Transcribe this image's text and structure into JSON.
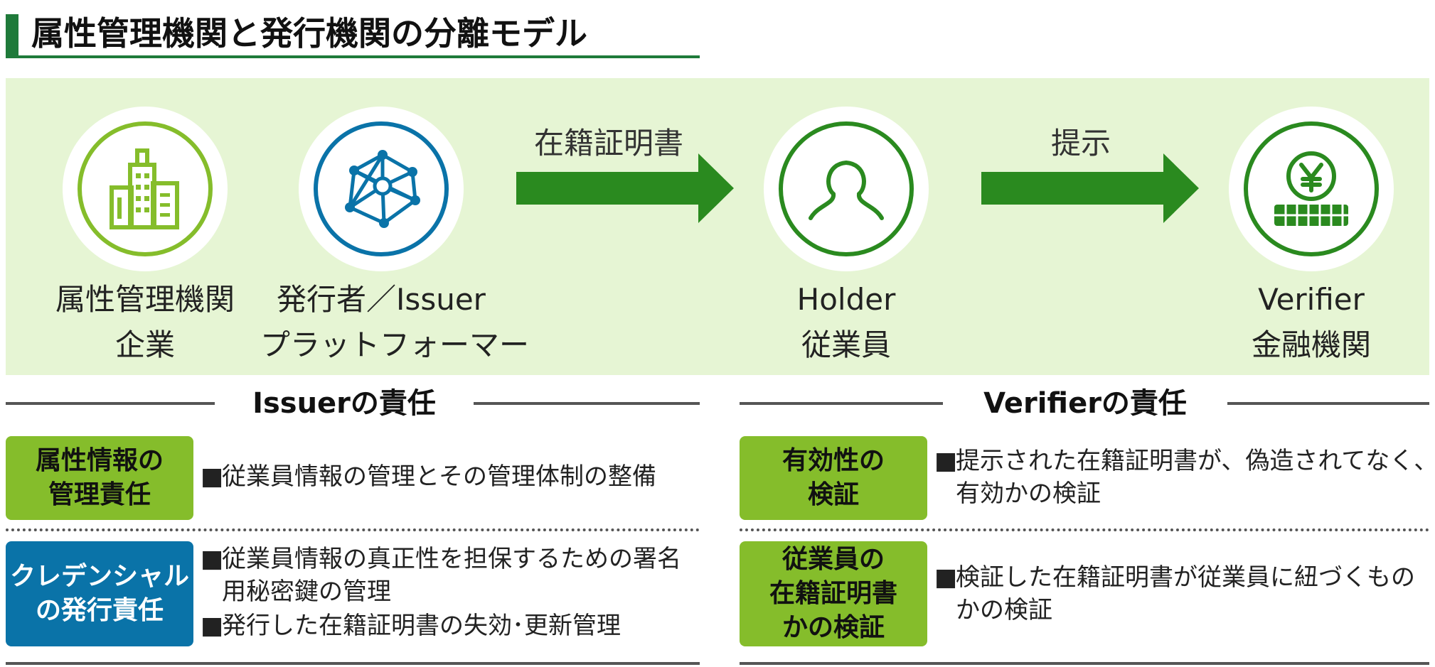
{
  "title": "属性管理機関と発行機関の分離モデル",
  "colors": {
    "dark_green": "#1f7a3a",
    "light_green": "#85bd2b",
    "band": "#e6f5d4",
    "arrow": "#2a8a1f",
    "blue": "#0a73a8"
  },
  "actors": [
    {
      "icon": "building-icon",
      "line1": "属性管理機関",
      "line2": "企業"
    },
    {
      "icon": "network-icon",
      "line1": "発行者／Issuer",
      "line2": "プラットフォーマー"
    },
    {
      "icon": "person-icon",
      "line1": "Holder",
      "line2": "従業員"
    },
    {
      "icon": "yen-coin-icon",
      "line1": "Verifier",
      "line2": "金融機関"
    }
  ],
  "arrows": [
    {
      "label": "在籍証明書"
    },
    {
      "label": "提示"
    }
  ],
  "issuer": {
    "heading": "Issuerの責任",
    "rows": [
      {
        "tag_lines": [
          "属性情報の",
          "管理責任"
        ],
        "bullets": [
          [
            "従業員情報の管理とその管理体制の整備"
          ]
        ]
      },
      {
        "tag_lines": [
          "クレデンシャル",
          "の発行責任"
        ],
        "bullets": [
          [
            "従業員情報の真正性を担保するための署名",
            "用秘密鍵の管理"
          ],
          [
            "発行した在籍証明書の失効･更新管理"
          ]
        ]
      }
    ]
  },
  "verifier": {
    "heading": "Verifierの責任",
    "rows": [
      {
        "tag_lines": [
          "有効性の",
          "検証"
        ],
        "bullets": [
          [
            "提示された在籍証明書が、偽造されてなく、",
            "有効かの検証"
          ]
        ]
      },
      {
        "tag_lines": [
          "従業員の",
          "在籍証明書",
          "かの検証"
        ],
        "bullets": [
          [
            "検証した在籍証明書が従業員に紐づくもの",
            "かの検証"
          ]
        ]
      }
    ]
  },
  "bullet_symbol": "■"
}
